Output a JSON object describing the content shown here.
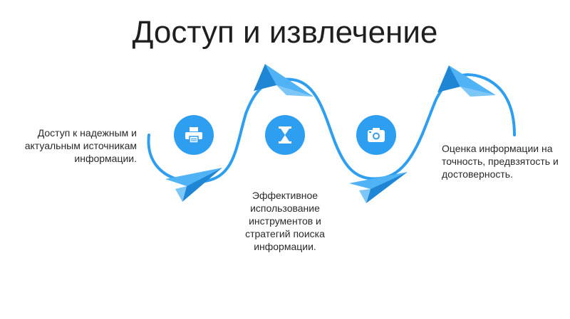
{
  "slide": {
    "title": "Доступ и извлечение",
    "colors": {
      "accent": "#2e9ef0",
      "plane_light": "#4fb3f6",
      "plane_dark": "#1f86d6",
      "text": "#2a2a2a"
    },
    "steps": [
      {
        "icon": "printer-icon",
        "text": "Доступ к надежным и актуальным источникам информации."
      },
      {
        "icon": "hourglass-icon",
        "text": "Эффективное использование инструментов и стратегий поиска информации."
      },
      {
        "icon": "camera-icon",
        "text": "Оценка информации на точность, предвзятость и достоверность."
      }
    ]
  }
}
